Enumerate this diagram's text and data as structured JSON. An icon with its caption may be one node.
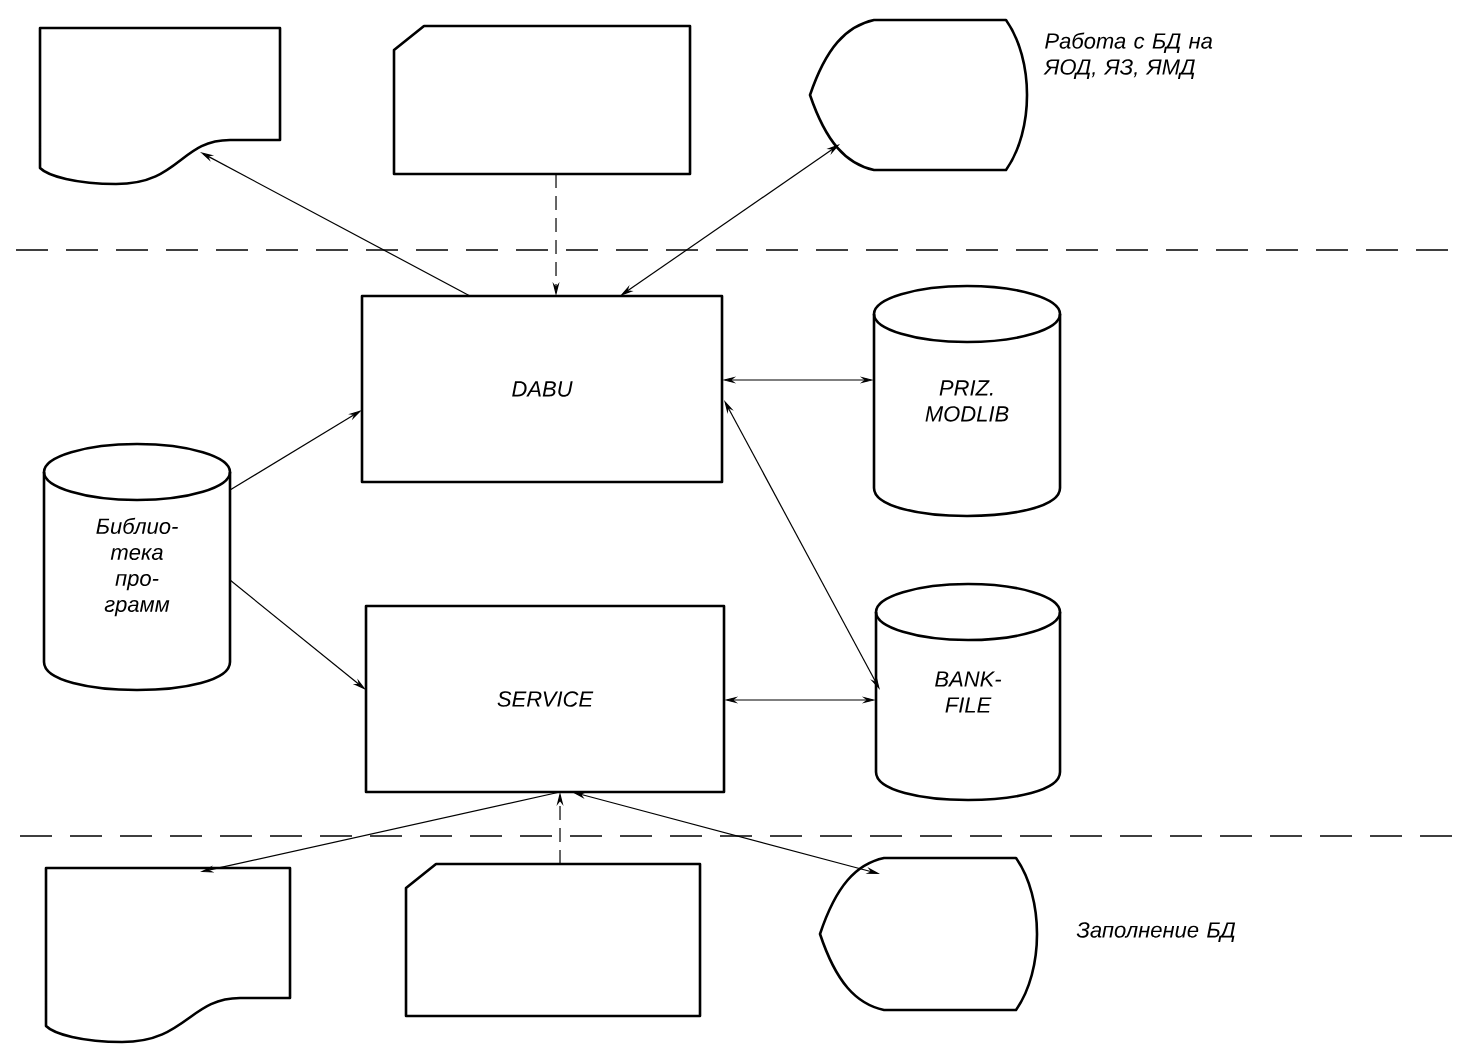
{
  "diagram": {
    "nodes": [
      {
        "text": [],
        "shape": "document"
      },
      {
        "text": [],
        "shape": "card"
      },
      {
        "text": [],
        "shape": "display",
        "beside": [
          "Работа с БД на ЯОД, ЯЗ, ЯМД"
        ]
      },
      {
        "text": [
          "DABU"
        ]
      },
      {
        "text": [
          "PRIZ. MODLIB"
        ]
      },
      {
        "text": [
          "Библио- тека про- грамм"
        ]
      },
      {
        "text": [
          "SERVICE"
        ]
      },
      {
        "text": [
          "BANK- FILE"
        ]
      },
      {
        "text": [],
        "shape": "document"
      },
      {
        "text": [],
        "shape": "card"
      },
      {
        "text": [],
        "shape": "display",
        "beside": [
          "Заполнение БД"
        ]
      }
    ],
    "edges": [
      {
        "from": 3,
        "to": 0,
        "arrow": "to"
      },
      {
        "from": 1,
        "to": 3,
        "arrow": "to",
        "style": "dashed"
      },
      {
        "from": 3,
        "to": 2,
        "arrow": "both"
      },
      {
        "from": 5,
        "to": 3,
        "arrow": "to"
      },
      {
        "from": 5,
        "to": 6,
        "arrow": "to"
      },
      {
        "from": 3,
        "to": 4,
        "arrow": "both"
      },
      {
        "from": 3,
        "to": 7,
        "arrow": "both"
      },
      {
        "from": 6,
        "to": 7,
        "arrow": "both"
      },
      {
        "from": 6,
        "to": 8,
        "arrow": "to"
      },
      {
        "from": 9,
        "to": 6,
        "arrow": "to",
        "style": "dashed"
      },
      {
        "from": 6,
        "to": 10,
        "arrow": "both"
      }
    ]
  }
}
